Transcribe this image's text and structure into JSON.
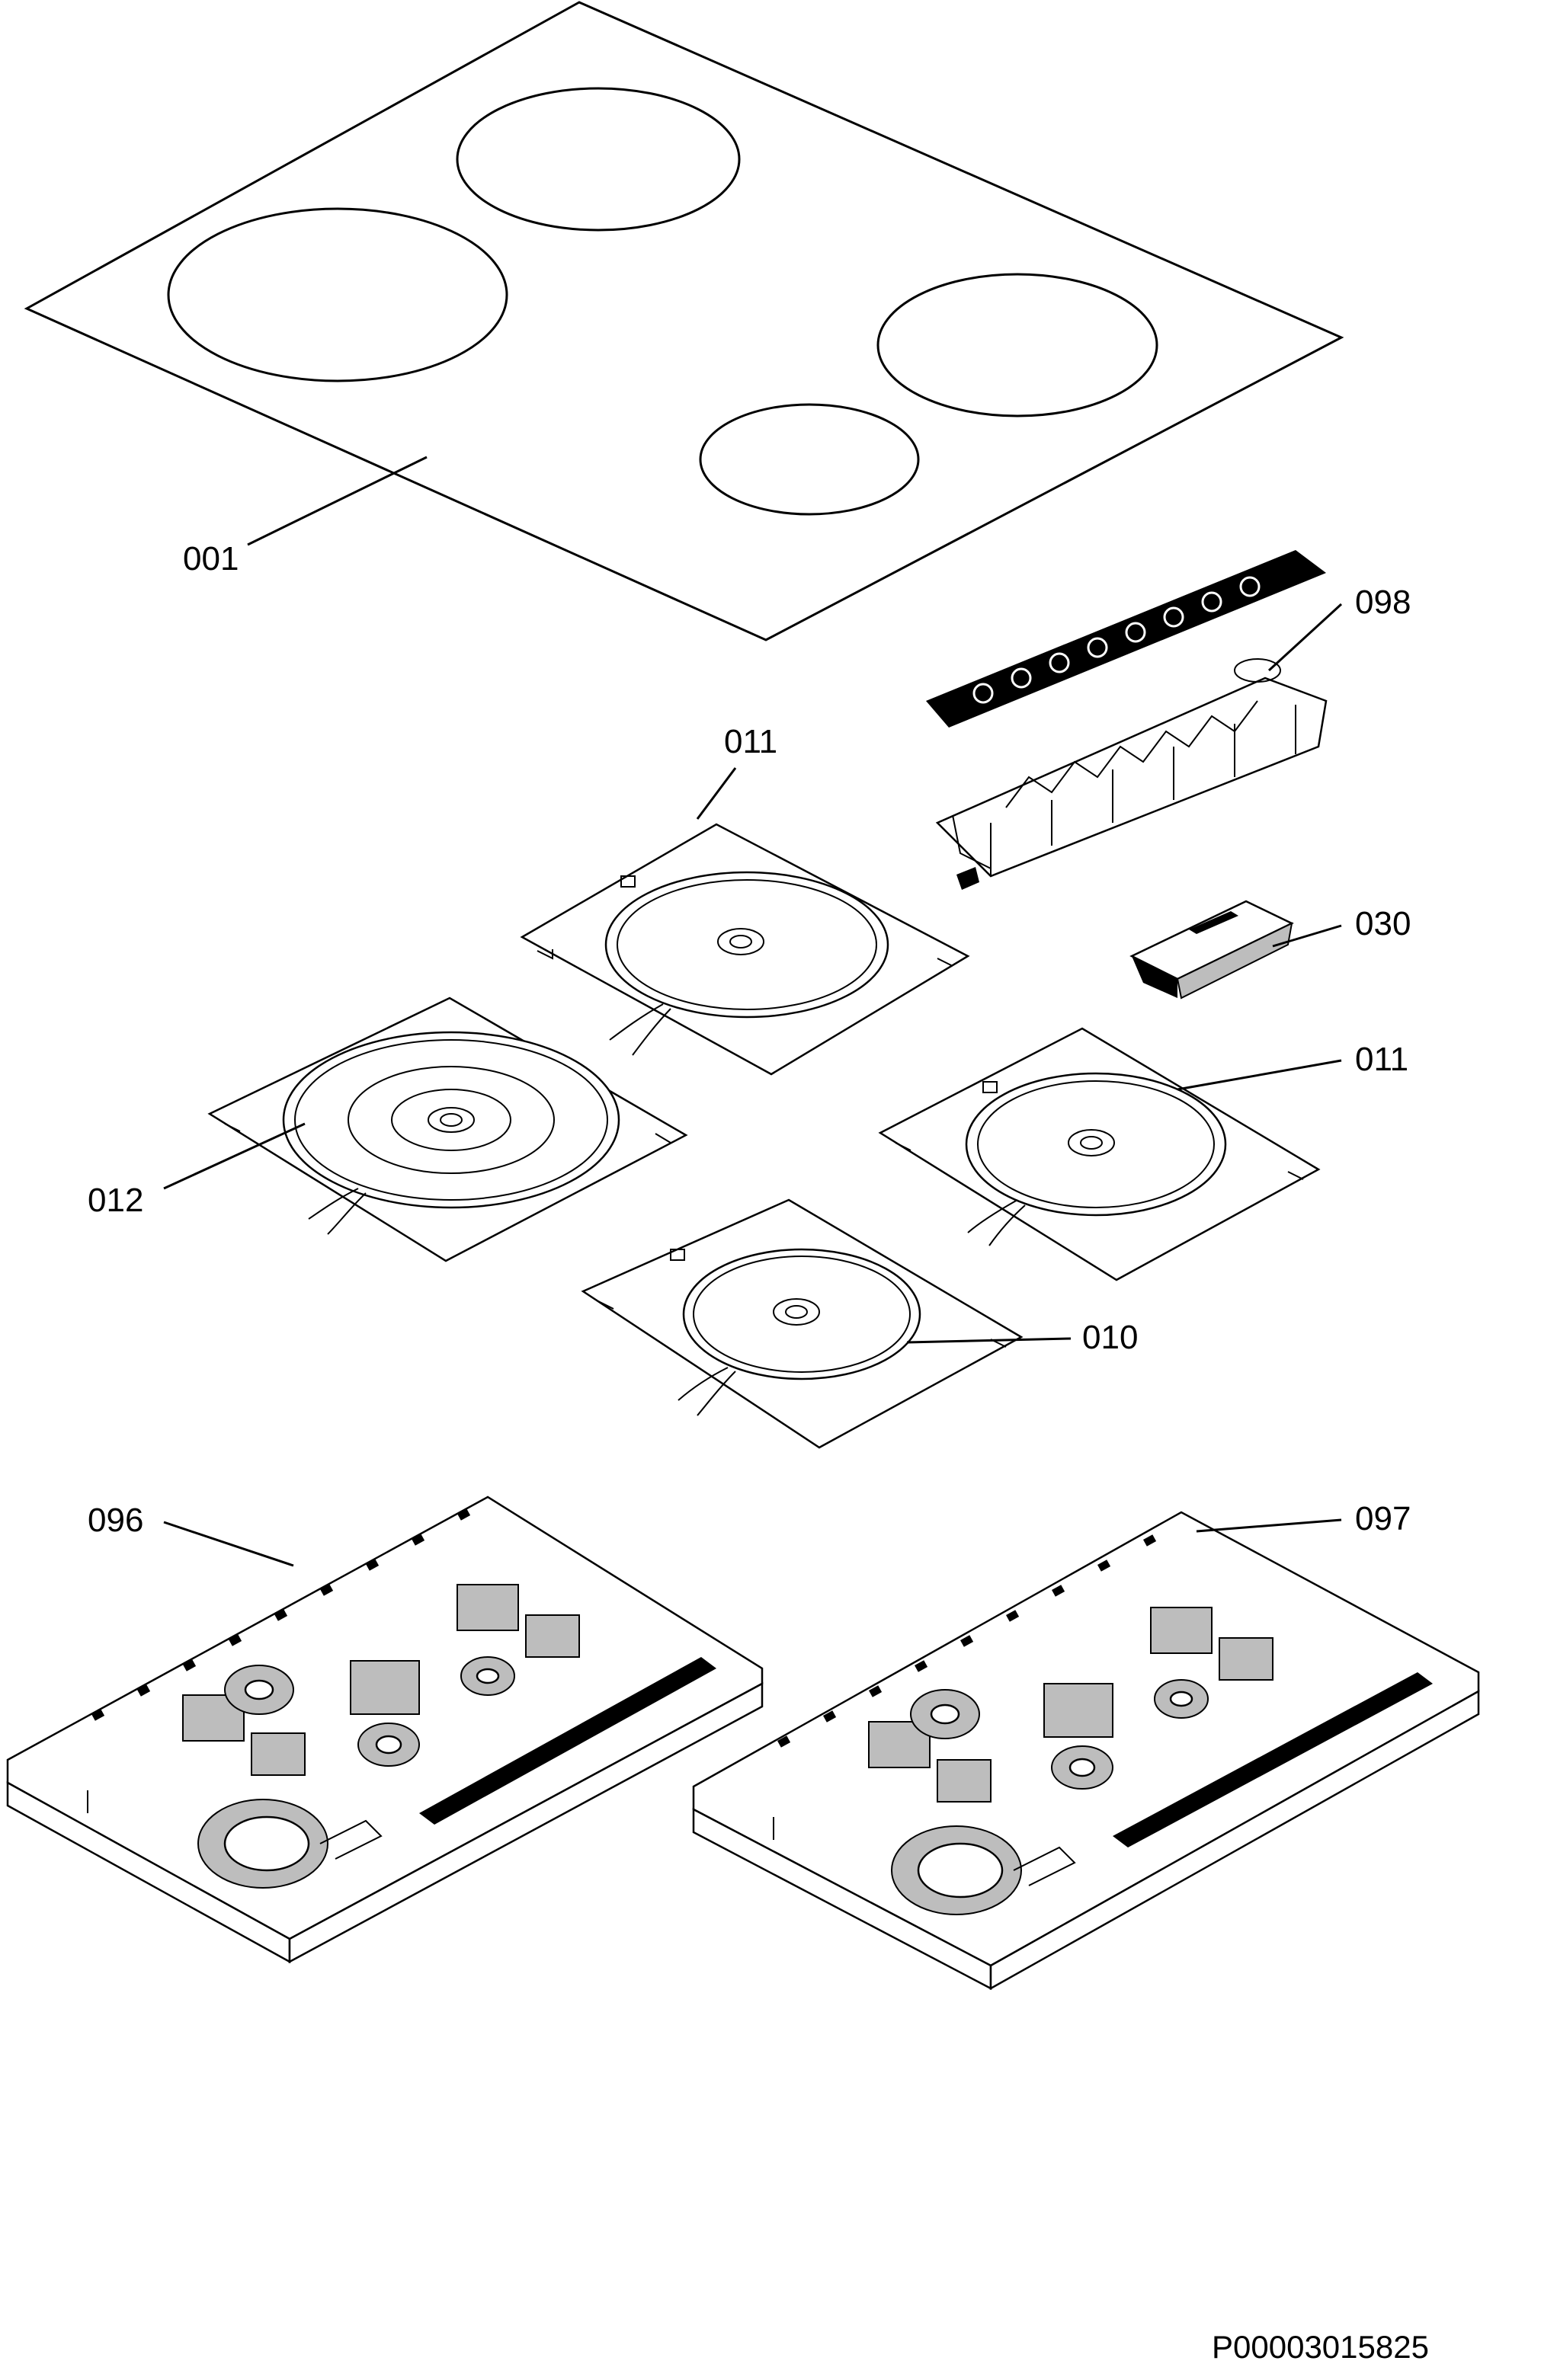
{
  "parts": [
    {
      "id": "cooktop-glass",
      "label": "001"
    },
    {
      "id": "control-panel",
      "label": "098"
    },
    {
      "id": "heating-element-rear-right",
      "label": "011"
    },
    {
      "id": "power-module",
      "label": "030"
    },
    {
      "id": "heating-element-front-right",
      "label": "011"
    },
    {
      "id": "heating-element-large",
      "label": "012"
    },
    {
      "id": "heating-element-small",
      "label": "010"
    },
    {
      "id": "generator-left",
      "label": "096"
    },
    {
      "id": "generator-right",
      "label": "097"
    }
  ],
  "document_id": "P00003015825"
}
